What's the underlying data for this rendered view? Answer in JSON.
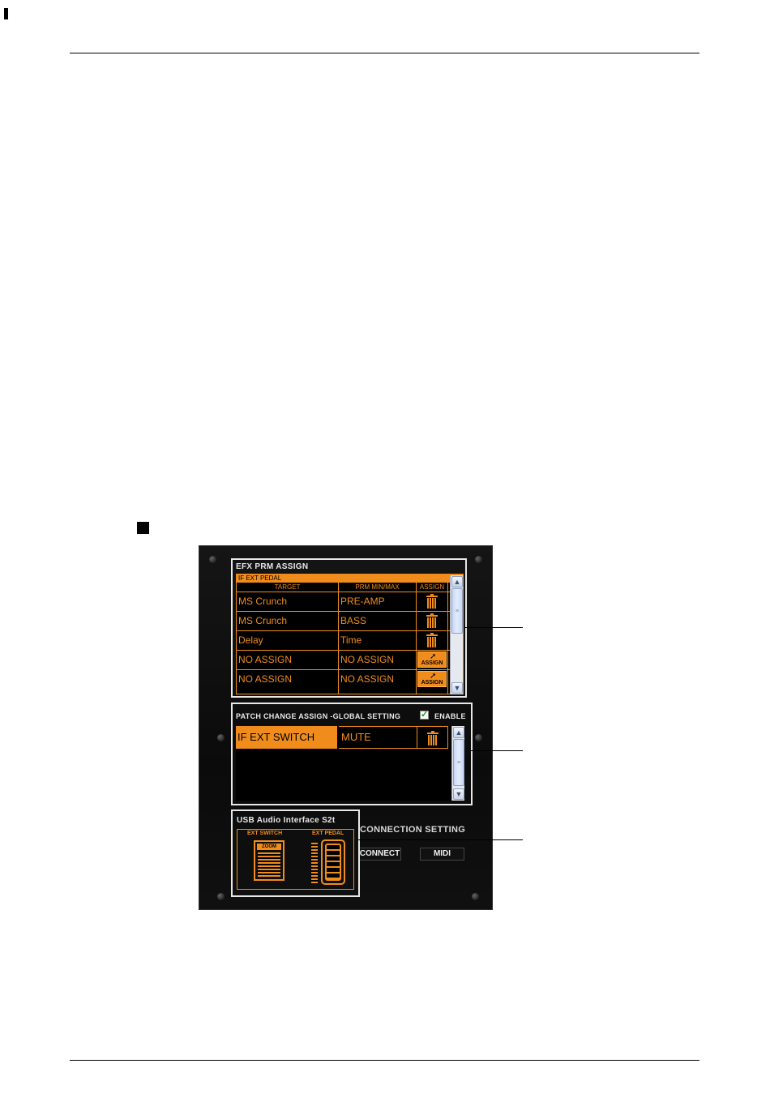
{
  "efx_prm_assign": {
    "title": "EFX PRM ASSIGN",
    "source": "IF EXT PEDAL",
    "headers": {
      "target": "TARGET",
      "prm": "PRM MIN/MAX",
      "assign": "ASSIGN"
    },
    "rows": [
      {
        "target": "MS Crunch",
        "param": "PRE-AMP",
        "action": "delete"
      },
      {
        "target": "MS Crunch",
        "param": "BASS",
        "action": "delete"
      },
      {
        "target": "Delay",
        "param": "Time",
        "action": "delete"
      },
      {
        "target": "NO ASSIGN",
        "param": "NO ASSIGN",
        "action": "assign"
      },
      {
        "target": "NO ASSIGN",
        "param": "NO ASSIGN",
        "action": "assign"
      }
    ],
    "assign_button_label": "ASSIGN"
  },
  "patch_change_assign": {
    "title": "PATCH CHANGE ASSIGN -GLOBAL SETTING",
    "enable_label": "ENABLE",
    "enabled": true,
    "rows": [
      {
        "source": "IF EXT SWITCH",
        "value": "MUTE"
      }
    ]
  },
  "usb_interface": {
    "title": "USB Audio Interface  S2t",
    "ext_switch_label": "EXT SWITCH",
    "ext_pedal_label": "EXT PEDAL",
    "logo_text": "ZOOM"
  },
  "connection_setting": {
    "title": "CONNECTION SETTING",
    "connect_label": "CONNECT",
    "midi_label": "MIDI"
  },
  "colors": {
    "accent": "#f08c1c",
    "panel_bg": "#0f0f0f"
  },
  "scrollbar": {
    "up_icon": "▲",
    "down_icon": "▼",
    "grip": "≡"
  }
}
